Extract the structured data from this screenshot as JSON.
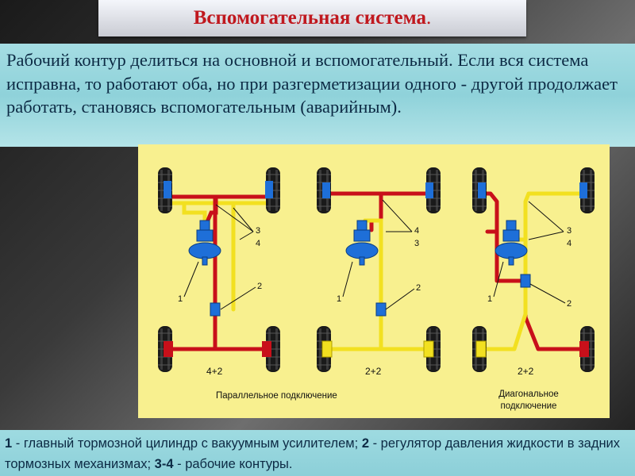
{
  "title": {
    "text": "Вспомогательная система",
    "dot": "."
  },
  "paragraph": "Рабочий контур делиться на основной и вспомогательный. Если вся система исправна, то работают оба, но при разгерметизации одного - другой продолжает работать, становясь вспомогательным (аварийным).",
  "diagrams": [
    {
      "scheme": "4+2",
      "n1": "1",
      "n2": "2",
      "n3": "3",
      "n4": "4"
    },
    {
      "scheme": "2+2",
      "n1": "1",
      "n2": "2",
      "n3": "4",
      "n4": "3"
    },
    {
      "scheme": "2+2",
      "n1": "1",
      "n2": "2",
      "n3": "3",
      "n4": "4"
    }
  ],
  "caption_parallel": "Параллельное подключение",
  "caption_diagonal_1": "Диагональное",
  "caption_diagonal_2": "подключение",
  "legend": {
    "k1": "1",
    "t1": " - главный тормозной цилиндр с вакуумным усилителем; ",
    "k2": "2",
    "t2": " - регулятор давления жидкости в задних тормозных механизмах; ",
    "k3": "3-4",
    "t3": " - рабочие контуры."
  },
  "colors": {
    "red_line": "#c8101a",
    "yellow_line": "#f2e020",
    "blue_part": "#1e6fd8",
    "panel_bg": "#f8f08f"
  }
}
